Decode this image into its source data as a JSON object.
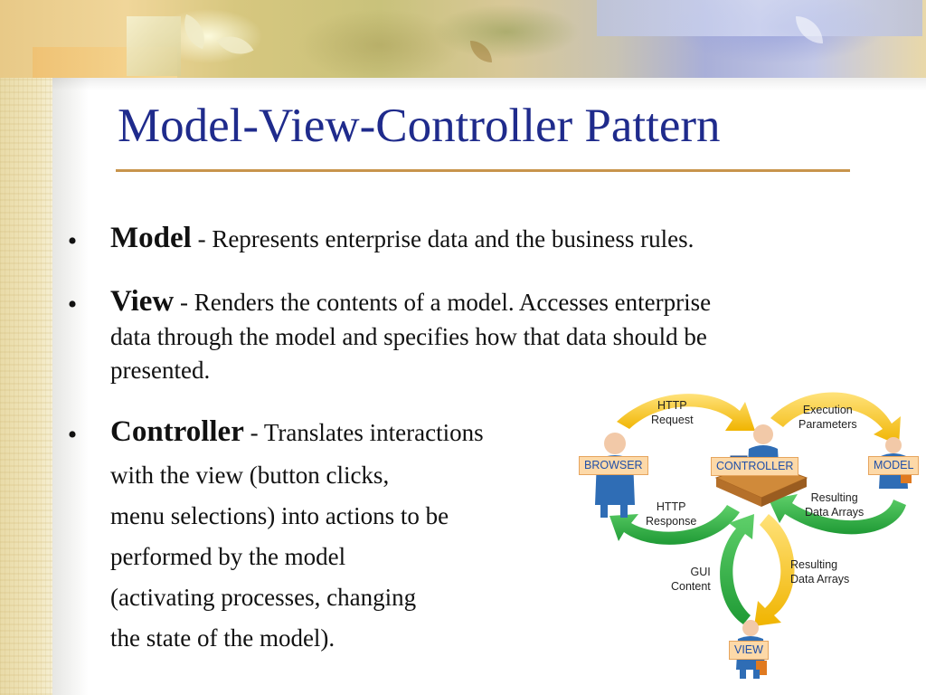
{
  "slide": {
    "title": "Model-View-Controller Pattern",
    "bullets": [
      {
        "term": "Model",
        "lines": [
          " - Represents enterprise data and the business rules."
        ]
      },
      {
        "term": "View",
        "lines": [
          " - Renders the contents of a model. Accesses enterprise",
          "data through the model and specifies how that data should be",
          "presented."
        ]
      },
      {
        "term": "Controller",
        "lines": [
          " - Translates interactions",
          "with the view (button clicks,",
          "menu selections) into actions to be",
          "performed by the model",
          "(activating processes, changing",
          "the state of the model)."
        ]
      }
    ]
  },
  "diagram": {
    "nodes": {
      "browser": "BROWSER",
      "controller": "CONTROLLER",
      "model": "MODEL",
      "view": "VIEW"
    },
    "edges": {
      "http_request": [
        "HTTP",
        "Request"
      ],
      "execution_parameters": [
        "Execution",
        "Parameters"
      ],
      "http_response": [
        "HTTP",
        "Response"
      ],
      "resulting_data_arrays_1": [
        "Resulting",
        "Data Arrays"
      ],
      "gui_content": [
        "GUI",
        "Content"
      ],
      "resulting_data_arrays_2": [
        "Resulting",
        "Data Arrays"
      ]
    },
    "colors": {
      "yellow_arrow": "#f5c518",
      "green_arrow": "#2fb044",
      "person_body": "#2f6db5",
      "tag_fill": "#fdd9a8",
      "tag_text": "#1f4fa8"
    }
  }
}
